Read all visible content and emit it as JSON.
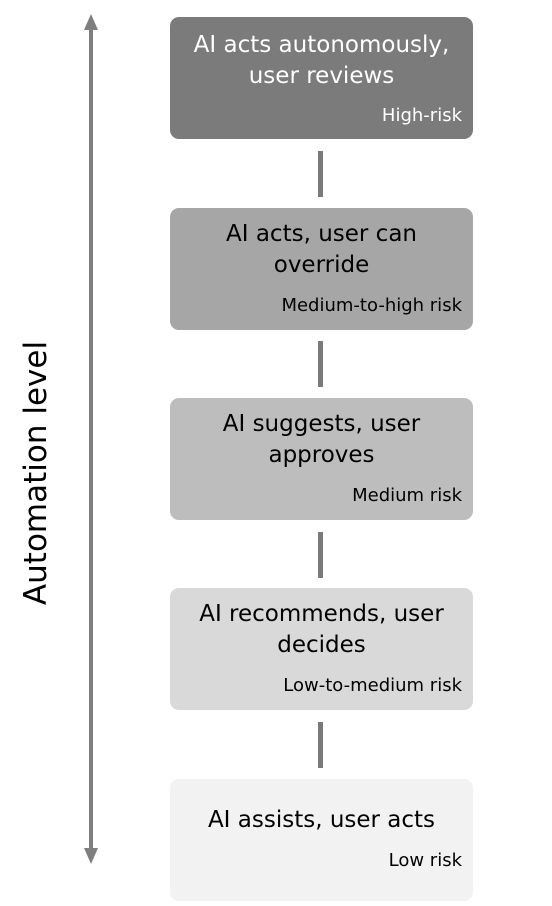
{
  "axis": {
    "label": "Automation level"
  },
  "levels": [
    {
      "title_line1": "AI acts autonomously,",
      "title_line2": "user reviews",
      "risk": "High-risk",
      "color": "#7b7b7b",
      "text_color": "#ffffff"
    },
    {
      "title_line1": "AI acts, user can",
      "title_line2": "override",
      "risk": "Medium-to-high risk",
      "color": "#a6a6a6",
      "text_color": "#000000"
    },
    {
      "title_line1": "AI suggests, user",
      "title_line2": "approves",
      "risk": "Medium risk",
      "color": "#bdbdbd",
      "text_color": "#000000"
    },
    {
      "title_line1": "AI recommends, user",
      "title_line2": "decides",
      "risk": "Low-to-medium risk",
      "color": "#d9d9d9",
      "text_color": "#000000"
    },
    {
      "title_line1": "AI assists, user acts",
      "title_line2": "",
      "risk": "Low risk",
      "color": "#f2f2f2",
      "text_color": "#000000"
    }
  ]
}
